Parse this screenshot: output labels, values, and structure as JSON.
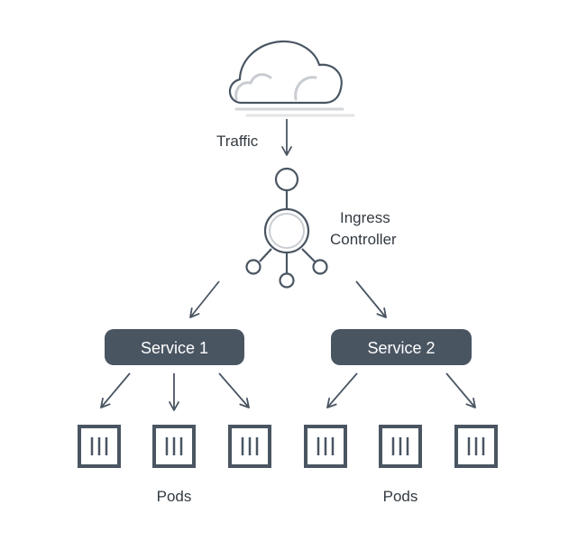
{
  "traffic": {
    "label": "Traffic",
    "icon": "cloud-icon"
  },
  "ingress": {
    "label_line1": "Ingress",
    "label_line2": "Controller",
    "icon": "ingress-controller-icon"
  },
  "services": [
    {
      "label": "Service 1"
    },
    {
      "label": "Service 2"
    }
  ],
  "pod_groups": [
    {
      "label": "Pods",
      "pod_count": 3
    },
    {
      "label": "Pods",
      "pod_count": 3
    }
  ],
  "colors": {
    "stroke": "#4a5562",
    "service_fill": "#4a5562",
    "text": "#333a41",
    "cloud_shadow": "#d3d6da"
  }
}
